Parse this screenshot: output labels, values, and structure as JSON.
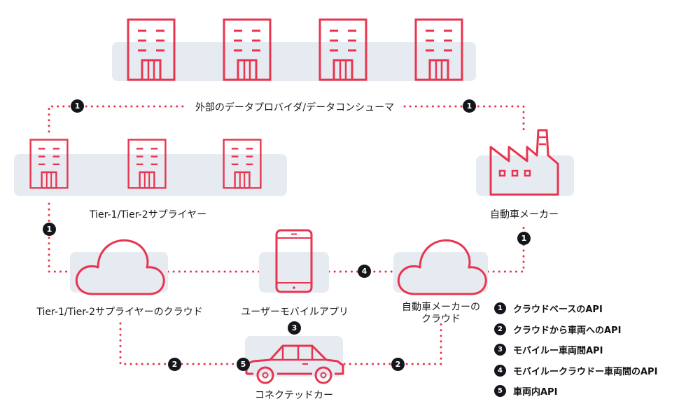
{
  "labels": {
    "external": "外部のデータプロバイダ/データコンシューマ",
    "tier_suppliers": "Tier-1/Tier-2サプライヤー",
    "automaker": "自動車メーカー",
    "tier_cloud": "Tier-1/Tier-2サプライヤーのクラウド",
    "user_app": "ユーザーモバイルアプリ",
    "automaker_cloud_line1": "自動車メーカーの",
    "automaker_cloud_line2": "クラウド",
    "connected_car": "コネクテッドカー"
  },
  "badges": {
    "b1": "1",
    "b2": "2",
    "b3": "3",
    "b4": "4",
    "b5": "5"
  },
  "legend": [
    {
      "num": "1",
      "text": "クラウドベースのAPI"
    },
    {
      "num": "2",
      "text": "クラウドから車両へのAPI"
    },
    {
      "num": "3",
      "text": "モバイルー車両間API"
    },
    {
      "num": "4",
      "text": "モバイルークラウドー車両間のAPI"
    },
    {
      "num": "5",
      "text": "車両内API"
    }
  ],
  "colors": {
    "accent": "#e8354f",
    "plate": "#e6ebf2",
    "badge": "#14161c"
  }
}
